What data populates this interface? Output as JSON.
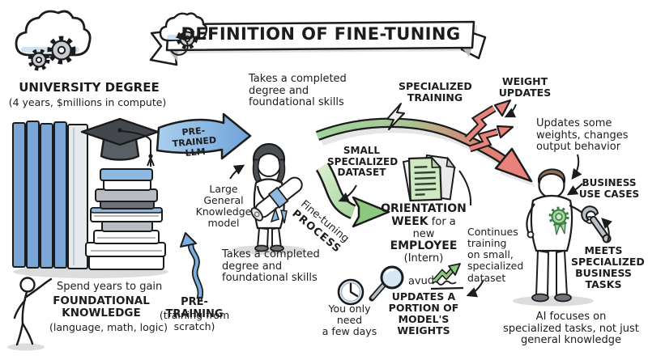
{
  "colors": {
    "ink": "#1c1c1c",
    "blue": "#7aaede",
    "blue_dark": "#5f97cf",
    "green": "#8cc97f",
    "green_light": "#cde8c2",
    "red": "#e8837c",
    "badge_green": "#a9d6a0",
    "shadow_gray": "#dcdcdc"
  },
  "banner": {
    "title": "DEFINITION OF FINE-TUNING"
  },
  "pretrain": {
    "heading": "UNIVERSITY DEGREE",
    "subheading": "(4 years, $millions in compute)",
    "arrow_line1": "PRE-TRAINED",
    "arrow_line2": "LLM",
    "spend": "Spend years to gain",
    "foundational_line1": "FOUNDATIONAL",
    "foundational_line2": "KNOWLEDGE",
    "foundational_sub": "(language, math, logic)",
    "pretraining_label": "PRE-TRAINING",
    "pretraining_sub1": "(training from",
    "pretraining_sub2": "scratch)"
  },
  "model": {
    "takes_top": [
      "Takes a completed",
      "degree and",
      "foundational skills"
    ],
    "large_label": [
      "Large",
      "General",
      "Knowledge",
      "model"
    ],
    "takes_bottom": [
      "Takes a completed",
      "degree and",
      "foundational skills"
    ]
  },
  "finetune": {
    "small_dataset": [
      "SMALL",
      "SPECIALIZED",
      "DATASET"
    ],
    "process_line1": "Fine-tuning",
    "process_line2": "PROCESS",
    "specialized_training_line1": "SPECIALIZED",
    "specialized_training_line2": "TRAINING",
    "weight_updates_line1": "WEIGHT",
    "weight_updates_line2": "UPDATES"
  },
  "employee": {
    "orientation_line1": "ORIENTATION",
    "orientation_line2_bold": "WEEK",
    "orientation_line2_rest": " for a",
    "orientation_line3": "new",
    "orientation_line4": "EMPLOYEE",
    "orientation_line5": "(Intern)",
    "continues": [
      "Continues",
      "training",
      "on small,",
      "specialized",
      "dataset"
    ],
    "you_need_line1": "You only need",
    "you_need_line2": "a few days",
    "scribble": "avud",
    "updates_portion": [
      "UPDATES A",
      "PORTION OF",
      "MODEL'S",
      "WEIGHTS"
    ]
  },
  "outcome": {
    "updates_some": [
      "Updates some",
      "weights, changes",
      "output behavior"
    ],
    "business_line1": "BUSINESS",
    "business_line2": "USE CASES",
    "meets": [
      "MEETS",
      "SPECIALIZED",
      "BUSINESS",
      "TASKS"
    ],
    "ai_focus": [
      "AI focuses on",
      "specialized tasks, not just",
      "general knowledge"
    ]
  }
}
